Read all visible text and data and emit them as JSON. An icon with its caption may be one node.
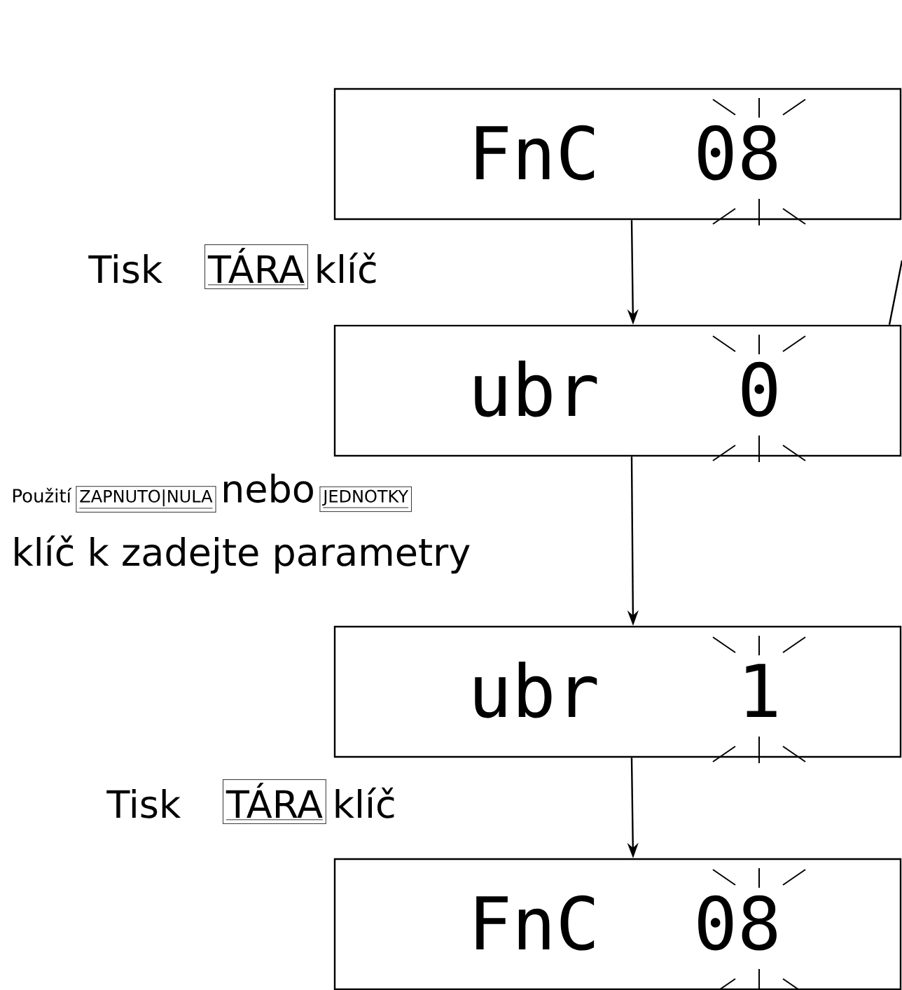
{
  "diagram": {
    "nodes": [
      {
        "text": [
          "FnC",
          "08"
        ]
      },
      {
        "text": [
          "ubr",
          "0"
        ]
      },
      {
        "text": [
          "ubr",
          "1"
        ]
      },
      {
        "text": [
          "FnC",
          "08"
        ]
      }
    ],
    "edges": [
      {
        "from": 0,
        "to": 1,
        "arrow": "to"
      },
      {
        "from": 1,
        "to": 2,
        "arrow": "to"
      },
      {
        "from": 2,
        "to": 3,
        "arrow": "to"
      },
      {
        "from": 1,
        "to": null,
        "arrow": "none"
      }
    ],
    "labels": [
      "Tisk",
      "TÁRA",
      "klíč",
      "Použití",
      "ZAPNUTO|NULA",
      "nebo",
      "JEDNOTKY",
      "klíč k zadejte parametry",
      "Tisk",
      "TÁRA",
      "klíč"
    ]
  }
}
